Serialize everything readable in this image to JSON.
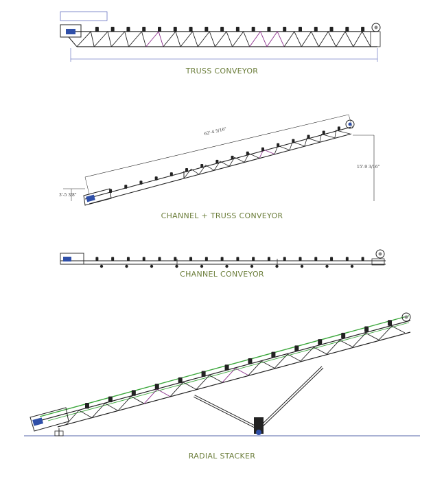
{
  "captions": {
    "truss": "TRUSS CONVEYOR",
    "channel_truss": "CHANNEL + TRUSS CONVEYOR",
    "channel": "CHANNEL CONVEYOR",
    "radial": "RADIAL STACKER"
  },
  "dimensions": {
    "channel_truss_length": "62'-4 5/16\"",
    "channel_truss_height": "15'-9 3/16\"",
    "channel_truss_tail": "3'-5 3/8\""
  },
  "colors": {
    "caption": "#6b7d3a",
    "line": "#222222",
    "truss_accent": "#8a2b8a",
    "dimension": "#3344aa",
    "belt_green": "#3aa63a",
    "ground": "#5566aa",
    "hopper_blue": "#2f4fa8"
  }
}
